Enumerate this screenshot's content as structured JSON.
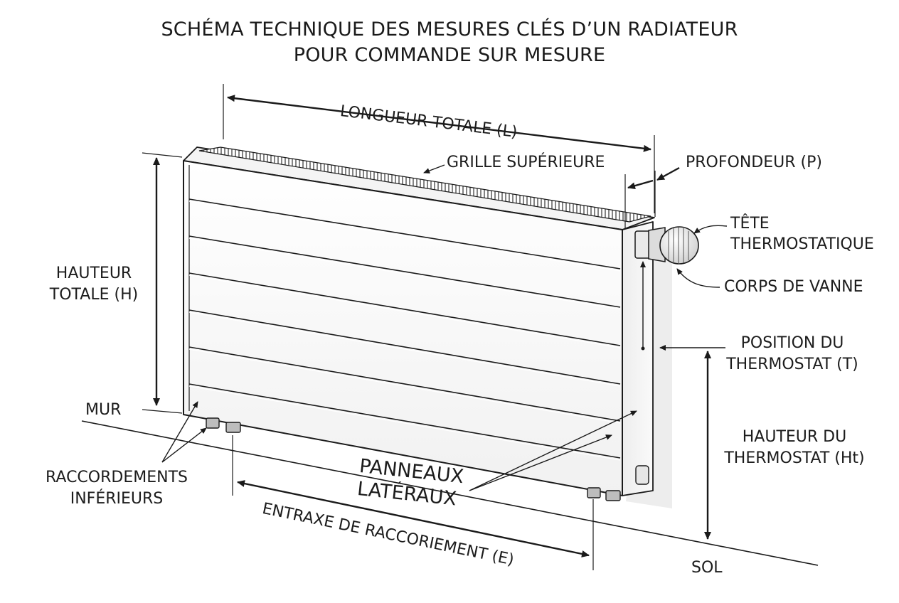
{
  "title": {
    "line1": "SCHÉMA TECHNIQUE DES MESURES CLÉS D’UN RADIATEUR",
    "line2": "POUR COMMANDE SUR MESURE"
  },
  "labels": {
    "length": "LONGUEUR TOTALE (L)",
    "grille": "GRILLE SUPÉRIEURE",
    "depth": "PROFONDEUR (P)",
    "thermo_head_1": "TÊTE",
    "thermo_head_2": "THERMOSTATIQUE",
    "valve_body": "CORPS DE VANNE",
    "height_1": "HAUTEUR",
    "height_2": "TOTALE (H)",
    "thermo_pos_1": "POSITION DU",
    "thermo_pos_2": "THERMOSTAT (T)",
    "wall": "MUR",
    "thermo_height_1": "HAUTEUR DU",
    "thermo_height_2": "THERMOSTAT (Ht)",
    "bottom_conn_1": "RACCORDEMENTS",
    "bottom_conn_2": "INFÉRIEURS",
    "side_panels_1": "PANNEAUX",
    "side_panels_2": "LATÉRAUX",
    "center_distance": "ENTRAXE DE RACCORIEMENT (E)",
    "floor": "SOL"
  },
  "colors": {
    "ink": "#1a1a1a",
    "panel": "#f7f7f7",
    "panel_shade": "#e4e4e4",
    "shadow": "#d0d0d0"
  }
}
